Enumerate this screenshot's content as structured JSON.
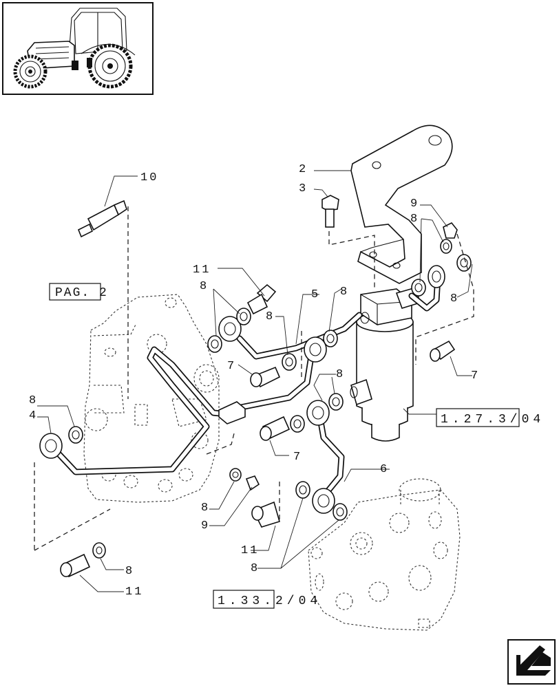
{
  "diagram": {
    "labels": {
      "l10": "10",
      "l2": "2",
      "l3": "3",
      "l9_top": "9",
      "l8_top_a": "8",
      "l8_top_b": "8",
      "l11_top": "11",
      "l8_a": "8",
      "l5": "5",
      "l8_b": "8",
      "l8_c": "8",
      "l7_a": "7",
      "l8_d": "8",
      "l7_right": "7",
      "l8_left": "8",
      "l4": "4",
      "l7_b": "7",
      "l6": "6",
      "l8_e": "8",
      "l9_bottom": "9",
      "l11_mid": "11",
      "l8_bottom": "8",
      "l8_lower": "8",
      "l11_bottom": "11"
    },
    "refs": {
      "pag": "PAG. 2",
      "ref_valve": "1.27.3/04",
      "ref_block": "1.33.2/04"
    }
  }
}
